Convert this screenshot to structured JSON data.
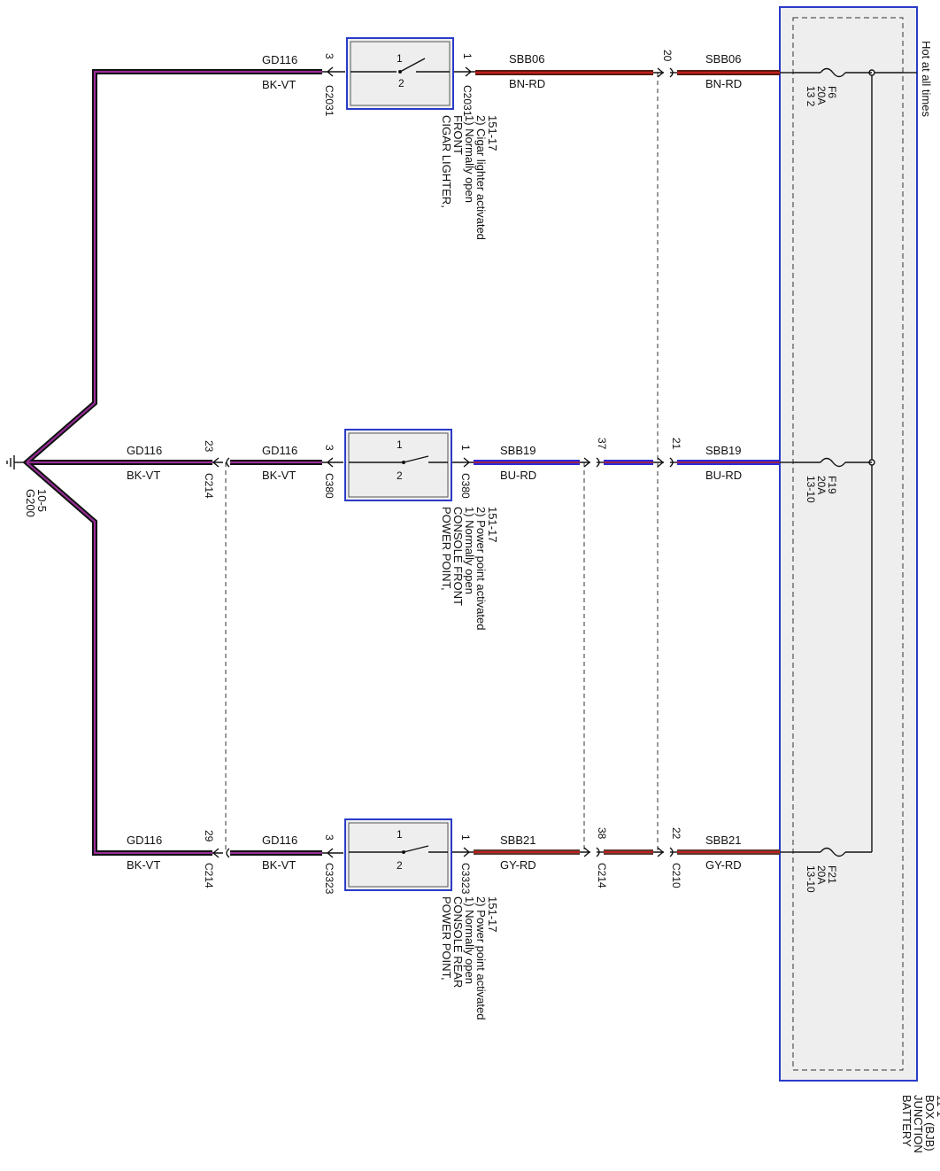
{
  "hot_label": "Hot at all times",
  "bjb": {
    "lines": [
      "BATTERY",
      "JUNCTION",
      "BOX (BJB)",
      "11-1"
    ],
    "fuses": [
      {
        "name": "F6",
        "rating": "20A",
        "ref": "13 2"
      },
      {
        "name": "F19",
        "rating": "20A",
        "ref": "13-10"
      },
      {
        "name": "F21",
        "rating": "20A",
        "ref": "13-10"
      }
    ]
  },
  "ground": {
    "name": "G200",
    "ref": "10-5"
  },
  "components": [
    {
      "lines": [
        "CIGAR LIGHTER,",
        "FRONT",
        "1) Normally open",
        "2) Cigar lighter activated",
        "151-17"
      ]
    },
    {
      "lines": [
        "POWER POINT,",
        "CONSOLE FRONT",
        "1) Normally open",
        "2) Power point activated",
        "151-17"
      ]
    },
    {
      "lines": [
        "POWER POINT,",
        "CONSOLE REAR",
        "1) Normally open",
        "2) Power point activated",
        "151-17"
      ]
    }
  ],
  "switch_pins": {
    "a": "1",
    "b": "2"
  },
  "circuits": [
    {
      "ground_segments": [
        {
          "circuit": "GD116",
          "color": "BK-VT"
        }
      ],
      "ground_connectors": [],
      "switch_ground_pin": {
        "pin": "3",
        "connector": "C2031"
      },
      "switch_feed_pin": {
        "pin": "1",
        "connector": "C2031"
      },
      "feed_labels": [
        {
          "circuit": "SBB06",
          "color": "BN-RD"
        },
        {
          "circuit": "SBB06",
          "color": "BN-RD"
        }
      ],
      "feed_connectors": [
        {
          "pin": "20",
          "connector": ""
        }
      ]
    },
    {
      "ground_segments": [
        {
          "circuit": "GD116",
          "color": "BK-VT"
        },
        {
          "circuit": "GD116",
          "color": "BK-VT"
        }
      ],
      "ground_connectors": [
        {
          "pin": "23",
          "connector": "C214"
        }
      ],
      "switch_ground_pin": {
        "pin": "3",
        "connector": "C380"
      },
      "switch_feed_pin": {
        "pin": "1",
        "connector": "C380"
      },
      "feed_labels": [
        {
          "circuit": "SBB19",
          "color": "BU-RD"
        },
        {
          "circuit": "SBB19",
          "color": "BU-RD"
        }
      ],
      "feed_connectors": [
        {
          "pin": "37",
          "connector": ""
        },
        {
          "pin": "21",
          "connector": ""
        }
      ]
    },
    {
      "ground_segments": [
        {
          "circuit": "GD116",
          "color": "BK-VT"
        },
        {
          "circuit": "GD116",
          "color": "BK-VT"
        }
      ],
      "ground_connectors": [
        {
          "pin": "29",
          "connector": "C214"
        }
      ],
      "switch_ground_pin": {
        "pin": "3",
        "connector": "C3323"
      },
      "switch_feed_pin": {
        "pin": "1",
        "connector": "C3323"
      },
      "feed_labels": [
        {
          "circuit": "SBB21",
          "color": "GY-RD"
        },
        {
          "circuit": "SBB21",
          "color": "GY-RD"
        }
      ],
      "feed_connectors": [
        {
          "pin": "38",
          "connector": "C214"
        },
        {
          "pin": "22",
          "connector": "C210"
        }
      ]
    }
  ],
  "wire_colors": {
    "black": "#111111",
    "violet": "#9b2c9b",
    "brown": "#5a1a12",
    "red": "#c21f1f",
    "blue": "#2b2bd6",
    "gray": "#7a6a66",
    "frame_blue": "#2a3bc8",
    "box_fill": "#eeeeee"
  }
}
